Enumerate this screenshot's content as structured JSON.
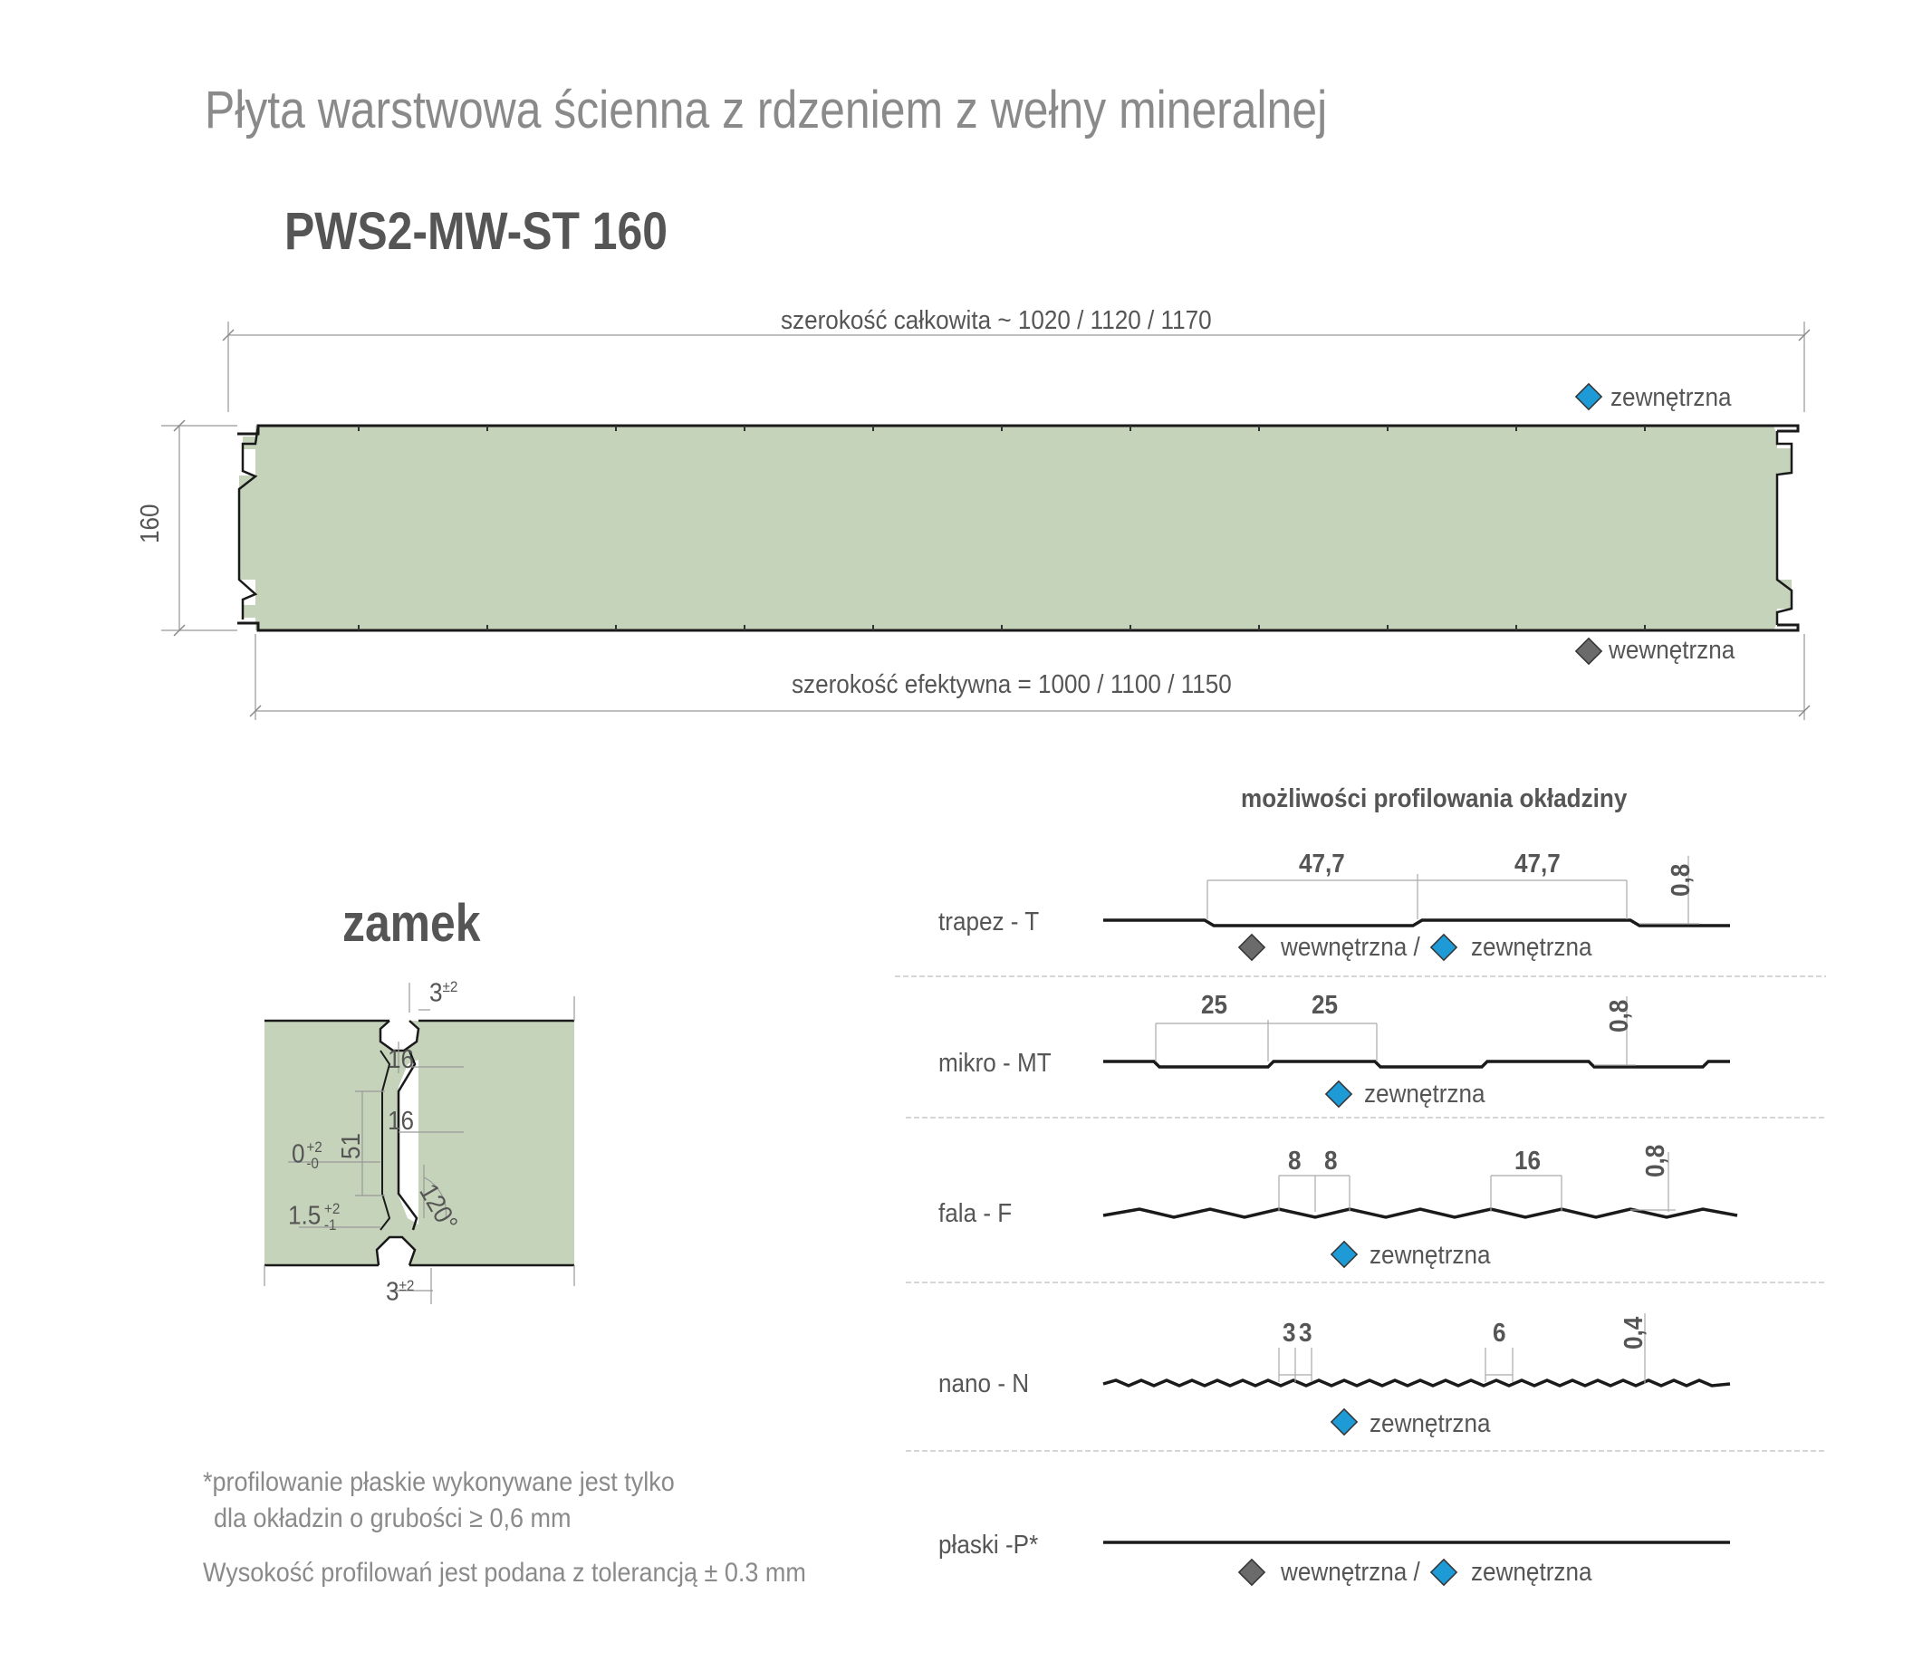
{
  "title": "Płyta warstwowa ścienna z rdzeniem z wełny mineralnej",
  "model": "PWS2-MW-ST 160",
  "panel": {
    "total_width_label": "szerokość całkowita ~ 1020 / 1120 / 1170",
    "effective_width_label": "szerokość efektywna = 1000 / 1100 / 1150",
    "thickness_label": "160",
    "outer_label": "zewnętrzna",
    "inner_label": "wewnętrzna"
  },
  "lock": {
    "heading": "zamek",
    "dims": {
      "top_gap": "3",
      "top_gap_tol": "±2",
      "bottom_gap": "3",
      "bottom_gap_tol": "±2",
      "d16a": "16",
      "d16b": "16",
      "d51": "51",
      "zero": "0",
      "zero_tol_up": "+2",
      "zero_tol_down": "-0",
      "d15": "1.5",
      "d15_tol_up": "+2",
      "d15_tol_down": "-1",
      "angle": "120°"
    }
  },
  "profiles": {
    "heading": "możliwości profilowania okładziny",
    "items": [
      {
        "name": "trapez - T",
        "dims": [
          "47,7",
          "47,7"
        ],
        "height": "0,8",
        "sides": [
          "wewnętrzna /",
          "zewnętrzna"
        ]
      },
      {
        "name": "mikro - MT",
        "dims": [
          "25",
          "25"
        ],
        "height": "0,8",
        "sides": [
          "zewnętrzna"
        ]
      },
      {
        "name": "fala - F",
        "dims": [
          "8",
          "8",
          "16"
        ],
        "height": "0,8",
        "sides": [
          "zewnętrzna"
        ]
      },
      {
        "name": "nano - N",
        "dims": [
          "3",
          "3",
          "6"
        ],
        "height": "0,4",
        "sides": [
          "zewnętrzna"
        ]
      },
      {
        "name": "płaski -P*",
        "dims": [],
        "height": "",
        "sides": [
          "wewnętrzna /",
          "zewnętrzna"
        ]
      }
    ]
  },
  "notes": {
    "line1": "*profilowanie płaskie wykonywane jest tylko",
    "line2": "dla okładzin o grubości ≥ 0,6 mm",
    "line3": "Wysokość profilowań jest podana z tolerancją ± 0.3 mm"
  },
  "colors": {
    "core": "#c6d3bb",
    "outer_marker": "#1e9ad6",
    "inner_marker": "#6b6b6b",
    "line": "#1a1a1a",
    "dim": "#aaaaaa"
  }
}
